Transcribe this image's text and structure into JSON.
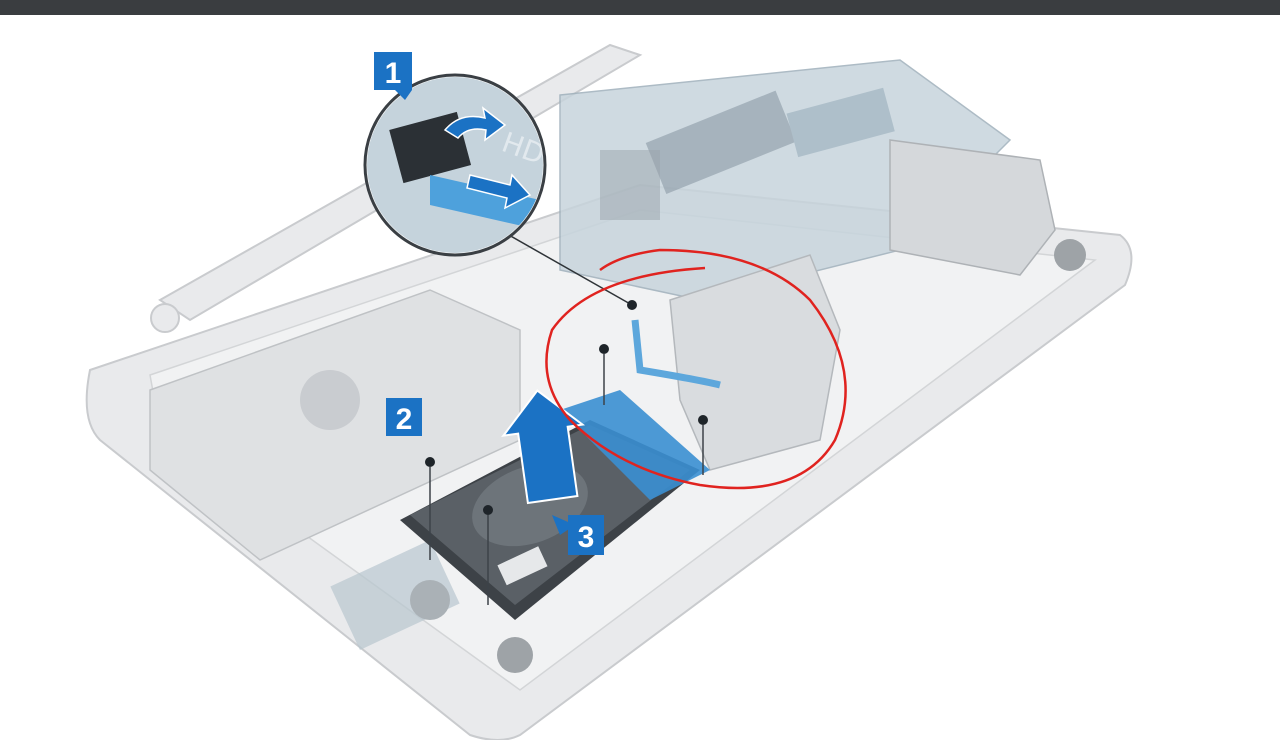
{
  "window": {
    "top_bar_color": "#3a3d40"
  },
  "illustration": {
    "callouts": [
      {
        "label": "1"
      },
      {
        "label": "2"
      },
      {
        "label": "3"
      }
    ],
    "connector_silkscreen": "HDD",
    "accent_color": "#1b72c4",
    "annotation_color": "#e0231f"
  }
}
